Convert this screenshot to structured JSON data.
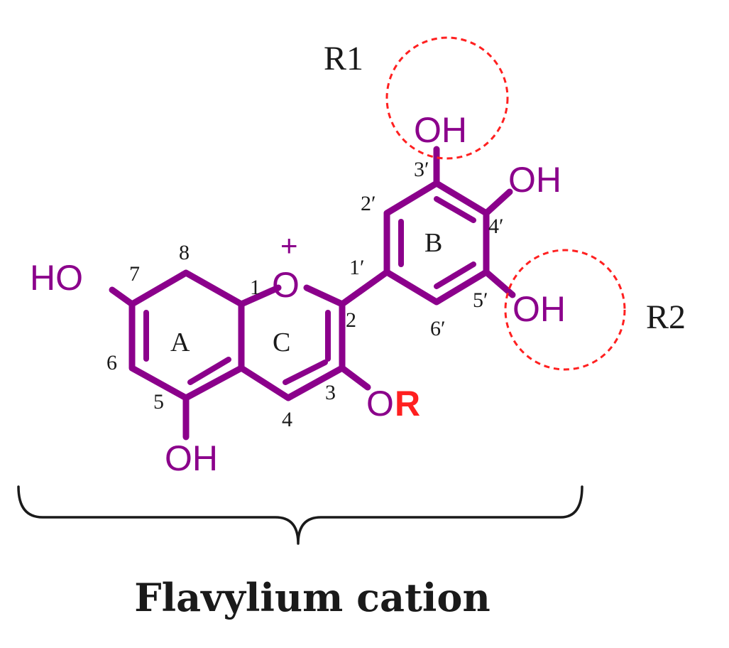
{
  "colors": {
    "structure": "#8B008B",
    "highlight": "#FF2020",
    "text": "#1a1a1a"
  },
  "atoms": {
    "ho_7": "HO",
    "oh_5": "OH",
    "o_1": "O",
    "charge": "+",
    "o_3": "O",
    "r": "R",
    "oh_3p": "OH",
    "oh_4p": "OH",
    "oh_5p": "OH"
  },
  "positions": {
    "p1": "1",
    "p2": "2",
    "p3": "3",
    "p4": "4",
    "p5": "5",
    "p6": "6",
    "p7": "7",
    "p8": "8",
    "p1p": "1′",
    "p2p": "2′",
    "p3p": "3′",
    "p4p": "4′",
    "p5p": "5′",
    "p6p": "6′"
  },
  "rings": {
    "a": "A",
    "b": "B",
    "c": "C"
  },
  "substituents": {
    "r1": "R1",
    "r2": "R2"
  },
  "caption": "Flavylium cation"
}
